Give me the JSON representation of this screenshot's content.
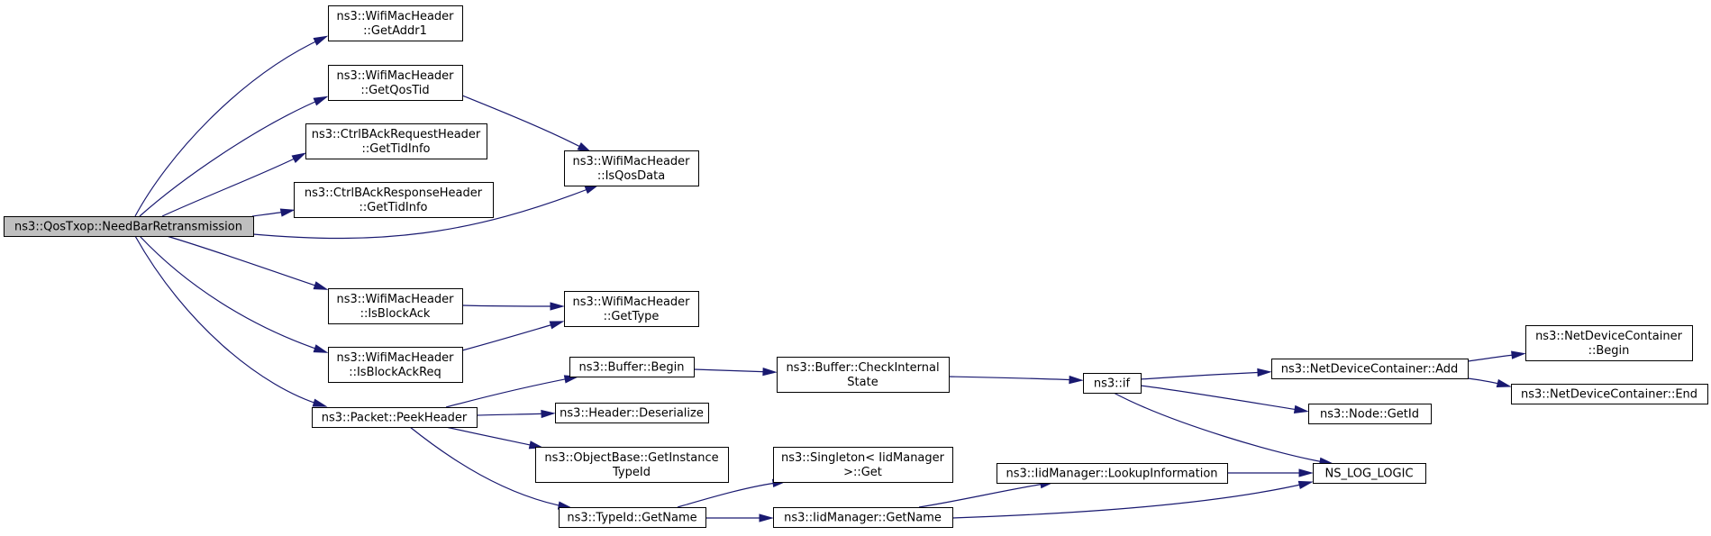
{
  "graph": {
    "root": "n0",
    "nodes": [
      {
        "id": "n0",
        "lines": [
          "ns3::QosTxop::NeedBarRetransmission"
        ]
      },
      {
        "id": "n1",
        "lines": [
          "ns3::WifiMacHeader",
          "::GetAddr1"
        ]
      },
      {
        "id": "n2",
        "lines": [
          "ns3::WifiMacHeader",
          "::GetQosTid"
        ]
      },
      {
        "id": "n3",
        "lines": [
          "ns3::CtrlBAckRequestHeader",
          "::GetTidInfo"
        ]
      },
      {
        "id": "n4",
        "lines": [
          "ns3::CtrlBAckResponseHeader",
          "::GetTidInfo"
        ]
      },
      {
        "id": "n5",
        "lines": [
          "ns3::WifiMacHeader",
          "::IsQosData"
        ]
      },
      {
        "id": "n6",
        "lines": [
          "ns3::WifiMacHeader",
          "::IsBlockAck"
        ]
      },
      {
        "id": "n7",
        "lines": [
          "ns3::WifiMacHeader",
          "::GetType"
        ]
      },
      {
        "id": "n8",
        "lines": [
          "ns3::WifiMacHeader",
          "::IsBlockAckReq"
        ]
      },
      {
        "id": "n9",
        "lines": [
          "ns3::Packet::PeekHeader"
        ]
      },
      {
        "id": "n10",
        "lines": [
          "ns3::Buffer::Begin"
        ]
      },
      {
        "id": "n11",
        "lines": [
          "ns3::Header::Deserialize"
        ]
      },
      {
        "id": "n12",
        "lines": [
          "ns3::ObjectBase::GetInstance",
          "TypeId"
        ]
      },
      {
        "id": "n13",
        "lines": [
          "ns3::TypeId::GetName"
        ]
      },
      {
        "id": "n14",
        "lines": [
          "ns3::Buffer::CheckInternal",
          "State"
        ]
      },
      {
        "id": "n15",
        "lines": [
          "ns3::Singleton< IidManager",
          " >::Get"
        ]
      },
      {
        "id": "n16",
        "lines": [
          "ns3::IidManager::GetName"
        ]
      },
      {
        "id": "n17",
        "lines": [
          "ns3::if"
        ]
      },
      {
        "id": "n18",
        "lines": [
          "ns3::IidManager::LookupInformation"
        ]
      },
      {
        "id": "n19",
        "lines": [
          "ns3::NetDeviceContainer::Add"
        ]
      },
      {
        "id": "n20",
        "lines": [
          "ns3::Node::GetId"
        ]
      },
      {
        "id": "n21",
        "lines": [
          "NS_LOG_LOGIC"
        ]
      },
      {
        "id": "n22",
        "lines": [
          "ns3::NetDeviceContainer",
          "::Begin"
        ]
      },
      {
        "id": "n23",
        "lines": [
          "ns3::NetDeviceContainer::End"
        ]
      }
    ],
    "edges": [
      {
        "from": "n0",
        "to": "n1"
      },
      {
        "from": "n0",
        "to": "n2"
      },
      {
        "from": "n0",
        "to": "n3"
      },
      {
        "from": "n0",
        "to": "n4"
      },
      {
        "from": "n0",
        "to": "n5"
      },
      {
        "from": "n0",
        "to": "n6"
      },
      {
        "from": "n0",
        "to": "n8"
      },
      {
        "from": "n0",
        "to": "n9"
      },
      {
        "from": "n2",
        "to": "n5"
      },
      {
        "from": "n6",
        "to": "n7"
      },
      {
        "from": "n8",
        "to": "n7"
      },
      {
        "from": "n9",
        "to": "n10"
      },
      {
        "from": "n9",
        "to": "n11"
      },
      {
        "from": "n9",
        "to": "n12"
      },
      {
        "from": "n9",
        "to": "n13"
      },
      {
        "from": "n10",
        "to": "n14"
      },
      {
        "from": "n14",
        "to": "n17"
      },
      {
        "from": "n13",
        "to": "n15"
      },
      {
        "from": "n13",
        "to": "n16"
      },
      {
        "from": "n16",
        "to": "n18"
      },
      {
        "from": "n16",
        "to": "n21"
      },
      {
        "from": "n18",
        "to": "n21"
      },
      {
        "from": "n17",
        "to": "n19"
      },
      {
        "from": "n17",
        "to": "n20"
      },
      {
        "from": "n17",
        "to": "n21"
      },
      {
        "from": "n19",
        "to": "n22"
      },
      {
        "from": "n19",
        "to": "n23"
      }
    ]
  }
}
